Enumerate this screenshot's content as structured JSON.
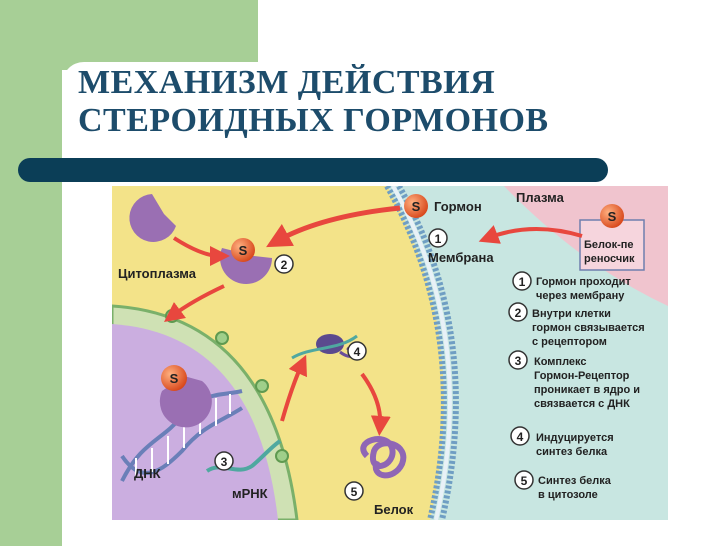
{
  "slide": {
    "title_line1": "МЕХАНИЗМ ДЕЙСТВИЯ",
    "title_line2": "СТЕРОИДНЫХ ГОРМОНОВ"
  },
  "diagram": {
    "hormone_symbol": "S",
    "labels": {
      "hormone": "Гормон",
      "plasma": "Плазма",
      "carrier_line1": "Белок-пе",
      "carrier_line2": "реносчик",
      "membrane": "Мембрана",
      "cytoplasm": "Цитоплазма",
      "dna": "ДНК",
      "mrna": "мРНК",
      "protein": "Белок"
    },
    "step_numbers": [
      "1",
      "2",
      "3",
      "4",
      "5"
    ],
    "legend": [
      {
        "num": "1",
        "line1": "Гормон проходит",
        "line2": "через мембрану",
        "line3": ""
      },
      {
        "num": "2",
        "line1": "Внутри клетки",
        "line2": "гормон связывается",
        "line3": "с рецептором"
      },
      {
        "num": "3",
        "line1": "Комплекс",
        "line2": "Гормон-Рецептор",
        "line3": "проникает в ядро и"
      },
      {
        "num": "4",
        "line1": "Индуцируется",
        "line2": "синтез белка",
        "line3": ""
      },
      {
        "num": "5",
        "line1": "Синтез белка",
        "line2": "в цитозоле",
        "line3": ""
      }
    ],
    "legend_3_line4": "связвается с ДНК",
    "colors": {
      "cytoplasm": "#f3e389",
      "nucleus": "#cbaee0",
      "plasma": "#c8e6e1",
      "plasma_pink": "#f0c4ce",
      "membrane": "#6f9ec3",
      "arrow": "#e8473e",
      "hormone": "#e45a25",
      "receptor": "#9a6fb3"
    }
  }
}
